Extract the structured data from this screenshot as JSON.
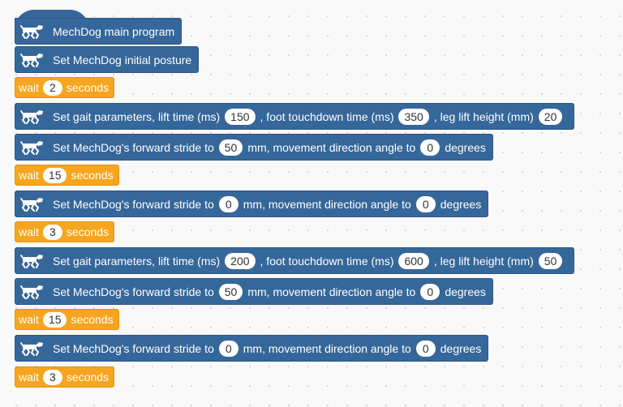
{
  "blocks": [
    {
      "kind": "dog",
      "hat": true,
      "parts": [
        {
          "t": "MechDog main program"
        }
      ]
    },
    {
      "kind": "dog",
      "parts": [
        {
          "t": "Set MechDog initial posture"
        }
      ]
    },
    {
      "kind": "wait",
      "parts": [
        {
          "t": "wait"
        },
        {
          "v": "2"
        },
        {
          "t": "seconds"
        }
      ]
    },
    {
      "kind": "dog",
      "parts": [
        {
          "t": "Set gait parameters, lift time (ms)"
        },
        {
          "v": "150"
        },
        {
          "t": ", foot touchdown time (ms)"
        },
        {
          "v": "350"
        },
        {
          "t": ", leg lift height (mm)"
        },
        {
          "v": "20"
        }
      ]
    },
    {
      "kind": "dog",
      "parts": [
        {
          "t": "Set MechDog's forward stride to"
        },
        {
          "v": "50"
        },
        {
          "t": "mm, movement direction angle to"
        },
        {
          "v": "0"
        },
        {
          "t": "degrees"
        }
      ]
    },
    {
      "kind": "wait",
      "parts": [
        {
          "t": "wait"
        },
        {
          "v": "15"
        },
        {
          "t": "seconds"
        }
      ]
    },
    {
      "kind": "dog",
      "parts": [
        {
          "t": "Set MechDog's forward stride to"
        },
        {
          "v": "0"
        },
        {
          "t": "mm, movement direction angle to"
        },
        {
          "v": "0"
        },
        {
          "t": "degrees"
        }
      ]
    },
    {
      "kind": "wait",
      "parts": [
        {
          "t": "wait"
        },
        {
          "v": "3"
        },
        {
          "t": "seconds"
        }
      ]
    },
    {
      "kind": "dog",
      "parts": [
        {
          "t": "Set gait parameters, lift time (ms)"
        },
        {
          "v": "200"
        },
        {
          "t": ", foot touchdown time (ms)"
        },
        {
          "v": "600"
        },
        {
          "t": ", leg lift height (mm)"
        },
        {
          "v": "50"
        }
      ]
    },
    {
      "kind": "dog",
      "parts": [
        {
          "t": "Set MechDog's forward stride to"
        },
        {
          "v": "50"
        },
        {
          "t": "mm, movement direction angle to"
        },
        {
          "v": "0"
        },
        {
          "t": "degrees"
        }
      ]
    },
    {
      "kind": "wait",
      "parts": [
        {
          "t": "wait"
        },
        {
          "v": "15"
        },
        {
          "t": "seconds"
        }
      ]
    },
    {
      "kind": "dog",
      "parts": [
        {
          "t": "Set MechDog's forward stride to"
        },
        {
          "v": "0"
        },
        {
          "t": "mm, movement direction angle to"
        },
        {
          "v": "0"
        },
        {
          "t": "degrees"
        }
      ]
    },
    {
      "kind": "wait",
      "parts": [
        {
          "t": "wait"
        },
        {
          "v": "3"
        },
        {
          "t": "seconds"
        }
      ]
    }
  ],
  "colors": {
    "dog_block": "#36679a",
    "wait_block": "#f5a51f",
    "canvas": "#f9f9f9"
  },
  "icons": {
    "dog_block": "mechdog-icon"
  }
}
